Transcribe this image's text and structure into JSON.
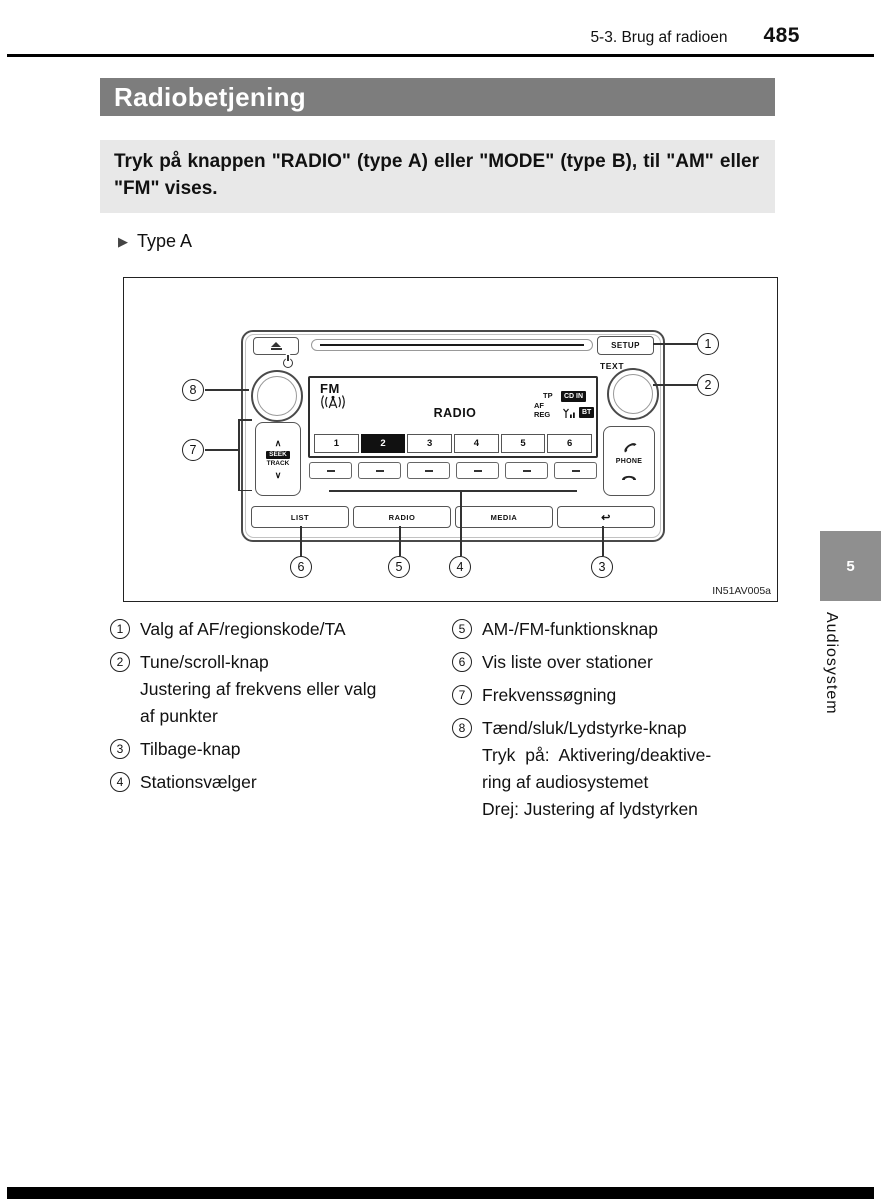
{
  "header": {
    "section_title": "5-3. Brug af radioen",
    "page_number": "485"
  },
  "title_bar": {
    "title": "Radiobetjening"
  },
  "instruction": {
    "text": "Tryk på knappen \"RADIO\" (type A) eller \"MODE\" (type B), til \"AM\" eller \"FM\" vises."
  },
  "type_label": "Type A",
  "radio": {
    "setup_label": "SETUP",
    "text_label": "TEXT",
    "display": {
      "band": "FM",
      "mode": "RADIO",
      "indicators": {
        "tp": "TP",
        "af": "AF",
        "reg": "REG",
        "cd_in": "CD IN",
        "bt": "BT"
      },
      "presets": [
        "1",
        "2",
        "3",
        "4",
        "5",
        "6"
      ],
      "active_preset": "2"
    },
    "seek_label": "SEEK",
    "track_label": "TRACK",
    "phone_label": "PHONE",
    "bottom_buttons": [
      "LIST",
      "RADIO",
      "MEDIA"
    ],
    "figure_code": "IN51AV005a"
  },
  "callouts": [
    "1",
    "2",
    "3",
    "4",
    "5",
    "6",
    "7",
    "8"
  ],
  "legend": {
    "left": [
      {
        "num": "1",
        "lines": [
          "Valg af AF/regionskode/TA"
        ]
      },
      {
        "num": "2",
        "lines": [
          "Tune/scroll-knap",
          "Justering af frekvens eller valg",
          "af punkter"
        ]
      },
      {
        "num": "3",
        "lines": [
          "Tilbage-knap"
        ]
      },
      {
        "num": "4",
        "lines": [
          "Stationsvælger"
        ]
      }
    ],
    "right": [
      {
        "num": "5",
        "lines": [
          "AM-/FM-funktionsknap"
        ]
      },
      {
        "num": "6",
        "lines": [
          "Vis liste over stationer"
        ]
      },
      {
        "num": "7",
        "lines": [
          "Frekvenssøgning"
        ]
      },
      {
        "num": "8",
        "lines": [
          "Tænd/sluk/Lydstyrke-knap",
          "Tryk på: Aktivering/deaktive-",
          "ring af audiosystemet",
          "Drej: Justering af lydstyrken"
        ]
      }
    ]
  },
  "sidebar": {
    "chapter_number": "5",
    "chapter_title": "Audiosystem"
  }
}
